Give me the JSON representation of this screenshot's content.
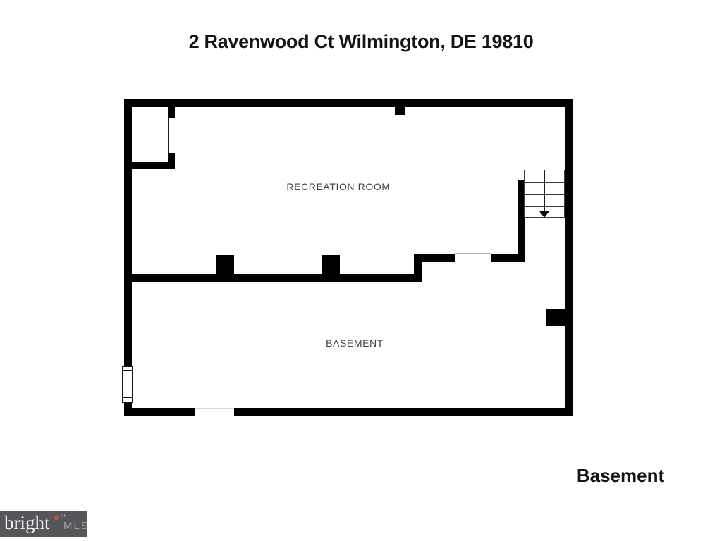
{
  "header": {
    "title": "2 Ravenwood Ct Wilmington, DE 19810"
  },
  "floorplan": {
    "rooms": [
      {
        "name": "RECREATION ROOM"
      },
      {
        "name": "BASEMENT"
      }
    ],
    "stairs": {
      "direction": "down",
      "step_lines": 3
    },
    "wall_color": "#000000",
    "room_label_color": "#3f3f3f"
  },
  "footer": {
    "floor_label": "Basement"
  },
  "logo": {
    "brand": "bright",
    "suffix": "MLS",
    "trademark": "™",
    "box_color": "#55565a",
    "brand_color": "#f4f3f1",
    "suffix_color": "#a3a4a8",
    "dot_color": "#c2572a"
  }
}
